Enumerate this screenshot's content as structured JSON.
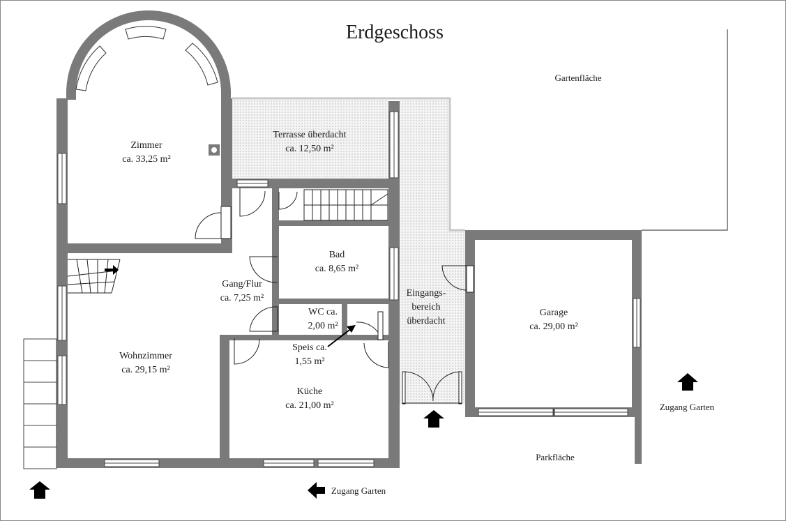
{
  "plan": {
    "title": "Erdgeschoss",
    "rooms": {
      "zimmer": {
        "name": "Zimmer",
        "area": "ca. 33,25 m²"
      },
      "terrasse": {
        "name": "Terrasse überdacht",
        "area": "ca. 12,50 m²"
      },
      "bad": {
        "name": "Bad",
        "area": "ca. 8,65 m²"
      },
      "gang": {
        "name": "Gang/Flur",
        "area": "ca. 7,25 m²"
      },
      "wc": {
        "name": "WC ca.",
        "area": "2,00 m²"
      },
      "speis": {
        "name": "Speis ca.",
        "area": "1,55 m²"
      },
      "eingang": {
        "line1": "Eingangs-",
        "line2": "bereich",
        "line3": "überdacht"
      },
      "wohnzimmer": {
        "name": "Wohnzimmer",
        "area": "ca. 29,15 m²"
      },
      "kueche": {
        "name": "Küche",
        "area": "ca. 21,00 m²"
      },
      "garage": {
        "name": "Garage",
        "area": "ca. 29,00 m²"
      }
    },
    "outdoor": {
      "gartenflaeche": "Gartenfläche",
      "parkflaeche": "Parkfläche",
      "zugang_garten_right": "Zugang Garten",
      "zugang_garten_bottom": "Zugang Garten"
    },
    "colors": {
      "wall": "#7a7a7a",
      "terrace": "#f2f2f2"
    }
  }
}
